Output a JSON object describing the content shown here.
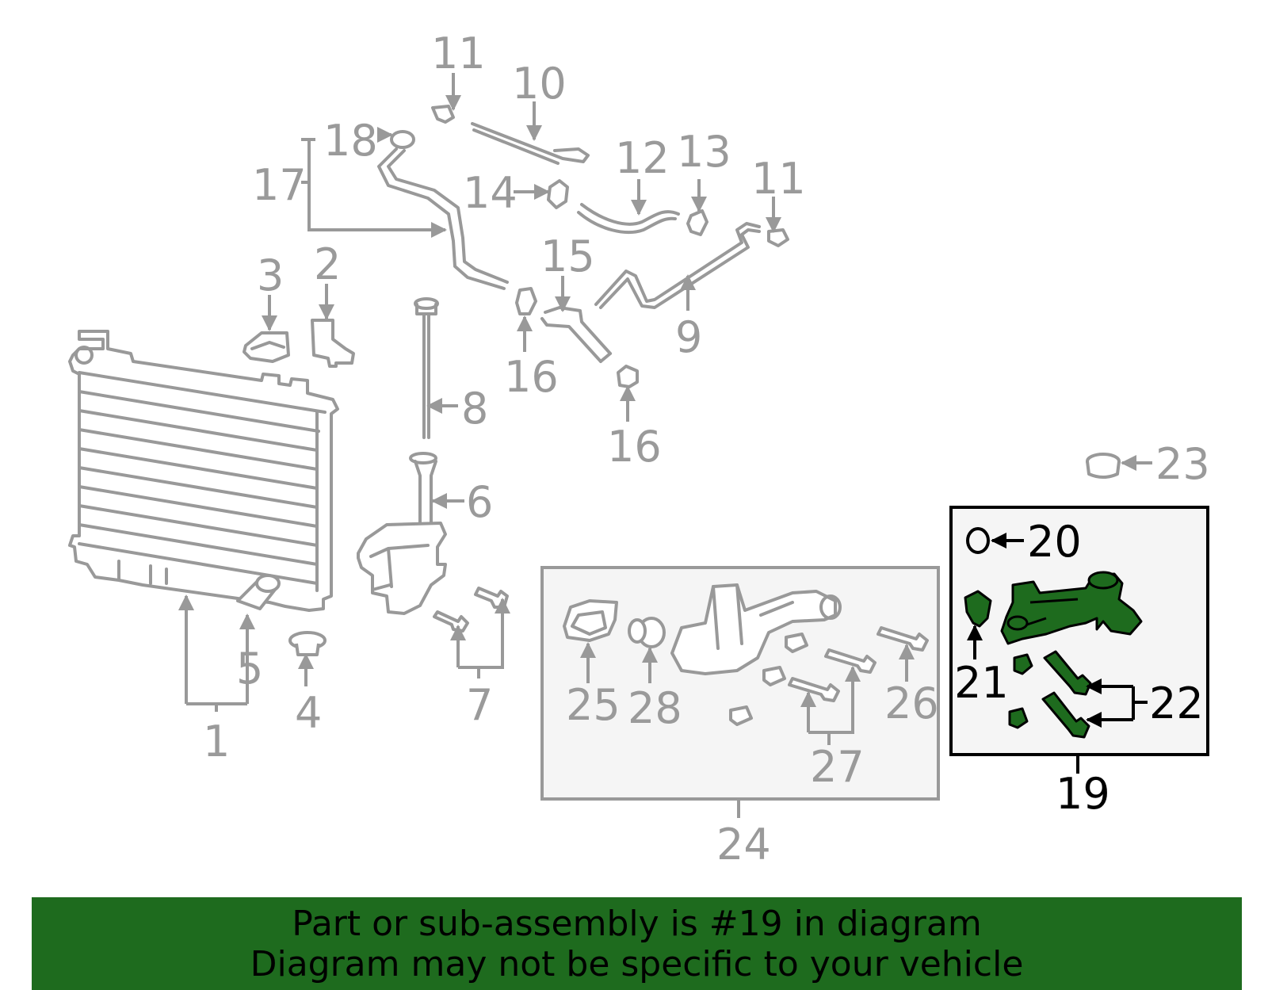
{
  "labels": {
    "c1": "1",
    "c2": "2",
    "c3": "3",
    "c4": "4",
    "c5": "5",
    "c6": "6",
    "c7": "7",
    "c8": "8",
    "c9": "9",
    "c10": "10",
    "c11a": "11",
    "c11b": "11",
    "c12": "12",
    "c13": "13",
    "c14": "14",
    "c15": "15",
    "c16a": "16",
    "c16b": "16",
    "c17": "17",
    "c18": "18",
    "c19": "19",
    "c20": "20",
    "c21": "21",
    "c22": "22",
    "c23": "23",
    "c24": "24",
    "c25": "25",
    "c26": "26",
    "c27": "27",
    "c28": "28"
  },
  "highlight": {
    "part_number": "19",
    "color": "#1e6b1e"
  },
  "banner": {
    "line1": "Part or sub-assembly is #19 in diagram",
    "line2": "Diagram may not be specific to your vehicle",
    "background": "#1e6b1e"
  },
  "colors": {
    "normal_part": "#999999",
    "highlight_fill": "#1e6b1e",
    "highlight_outline": "#000000"
  }
}
